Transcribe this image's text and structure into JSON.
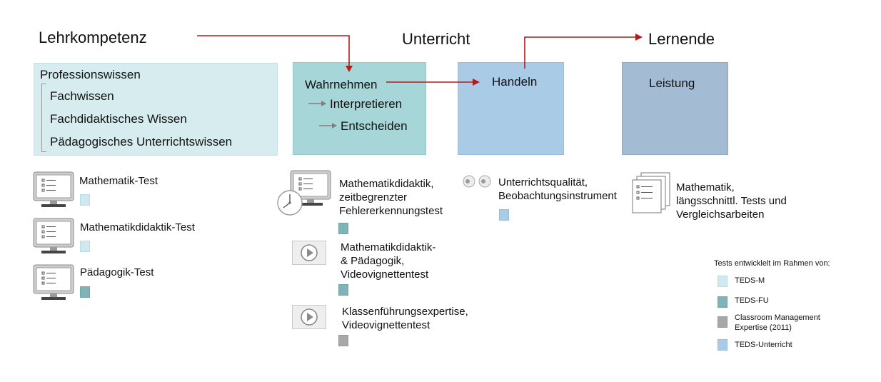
{
  "headings": {
    "lehrkompetenz": "Lehrkompetenz",
    "unterricht": "Unterricht",
    "lernende": "Lernende"
  },
  "professionswissen": {
    "title": "Professionswissen",
    "items": [
      "Fachwissen",
      "Fachdidaktisches Wissen",
      "Pädagogisches Unterrichtswissen"
    ]
  },
  "wahrnehmen": {
    "title": "Wahrnehmen",
    "steps": [
      "Interpretieren",
      "Entscheiden"
    ]
  },
  "handeln": {
    "title": "Handeln"
  },
  "leistung": {
    "title": "Leistung"
  },
  "tests_col1": [
    {
      "label": "Mathematik-Test",
      "swatch": "TEDS-M"
    },
    {
      "label": "Mathematikdidaktik-Test",
      "swatch": "TEDS-M"
    },
    {
      "label": "Pädagogik-Test",
      "swatch": "TEDS-FU"
    }
  ],
  "tests_col2": [
    {
      "lines": [
        "Mathematikdidaktik,",
        "zeitbegrenzter",
        "Fehlererkennungstest"
      ],
      "swatch": "TEDS-FU"
    },
    {
      "lines": [
        "Mathematikdidaktik-",
        "& Pädagogik,",
        "Videovignettentest"
      ],
      "swatch": "TEDS-FU"
    },
    {
      "lines": [
        "Klassenführungsexpertise,",
        "Videovignettentest"
      ],
      "swatch": "Classroom Management Expertise (2011)"
    }
  ],
  "tests_col3": {
    "lines": [
      "Unterrichtsqualität,",
      "Beobachtungsinstrument"
    ],
    "swatch": "TEDS-Unterricht"
  },
  "tests_col4": {
    "lines": [
      "Mathematik,",
      "längsschnittl. Tests und",
      "Vergleichsarbeiten"
    ]
  },
  "legend": {
    "title": "Tests entwicklelt im Rahmen von:",
    "items": [
      {
        "label": "TEDS-M",
        "color": "#cfe9ee"
      },
      {
        "label": "TEDS-FU",
        "color": "#7fb3b8"
      },
      {
        "label_lines": [
          "Classroom Management",
          "Expertise (2011)"
        ],
        "color": "#a8a8a8"
      },
      {
        "label": "TEDS-Unterricht",
        "color": "#a9cbe6"
      }
    ]
  },
  "colors": {
    "arrow": "#b01c1c",
    "professionswissen_box": "#d6ecef",
    "wahrnehmen_box": "#a6d6d8",
    "handeln_box": "#a9cbe6",
    "leistung_box": "#a3bcd4"
  },
  "icons": [
    "computer-list-icon",
    "stopwatch-icon",
    "play-button-icon",
    "observation-eyes-icon",
    "paper-stack-icon"
  ]
}
